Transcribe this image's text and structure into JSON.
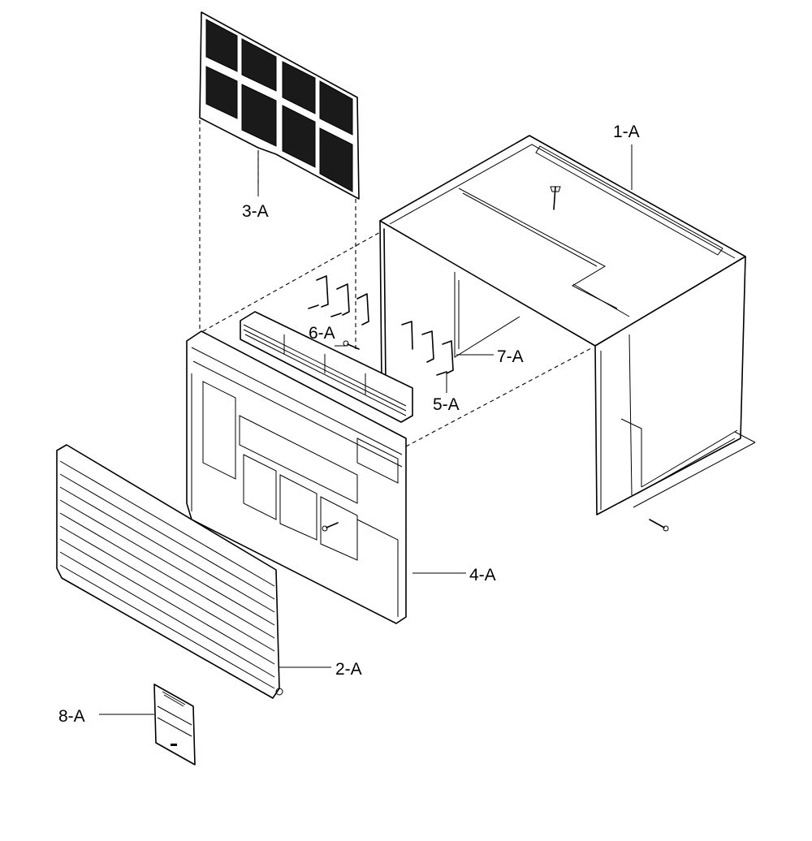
{
  "labels": {
    "part_1": "1-A",
    "part_2": "2-A",
    "part_3": "3-A",
    "part_4": "4-A",
    "part_5": "5-A",
    "part_6": "6-A",
    "part_7": "7-A",
    "part_8": "8-A"
  },
  "colors": {
    "line": "#000000",
    "filter_mesh": "#1a1a1a",
    "background": "#ffffff"
  }
}
